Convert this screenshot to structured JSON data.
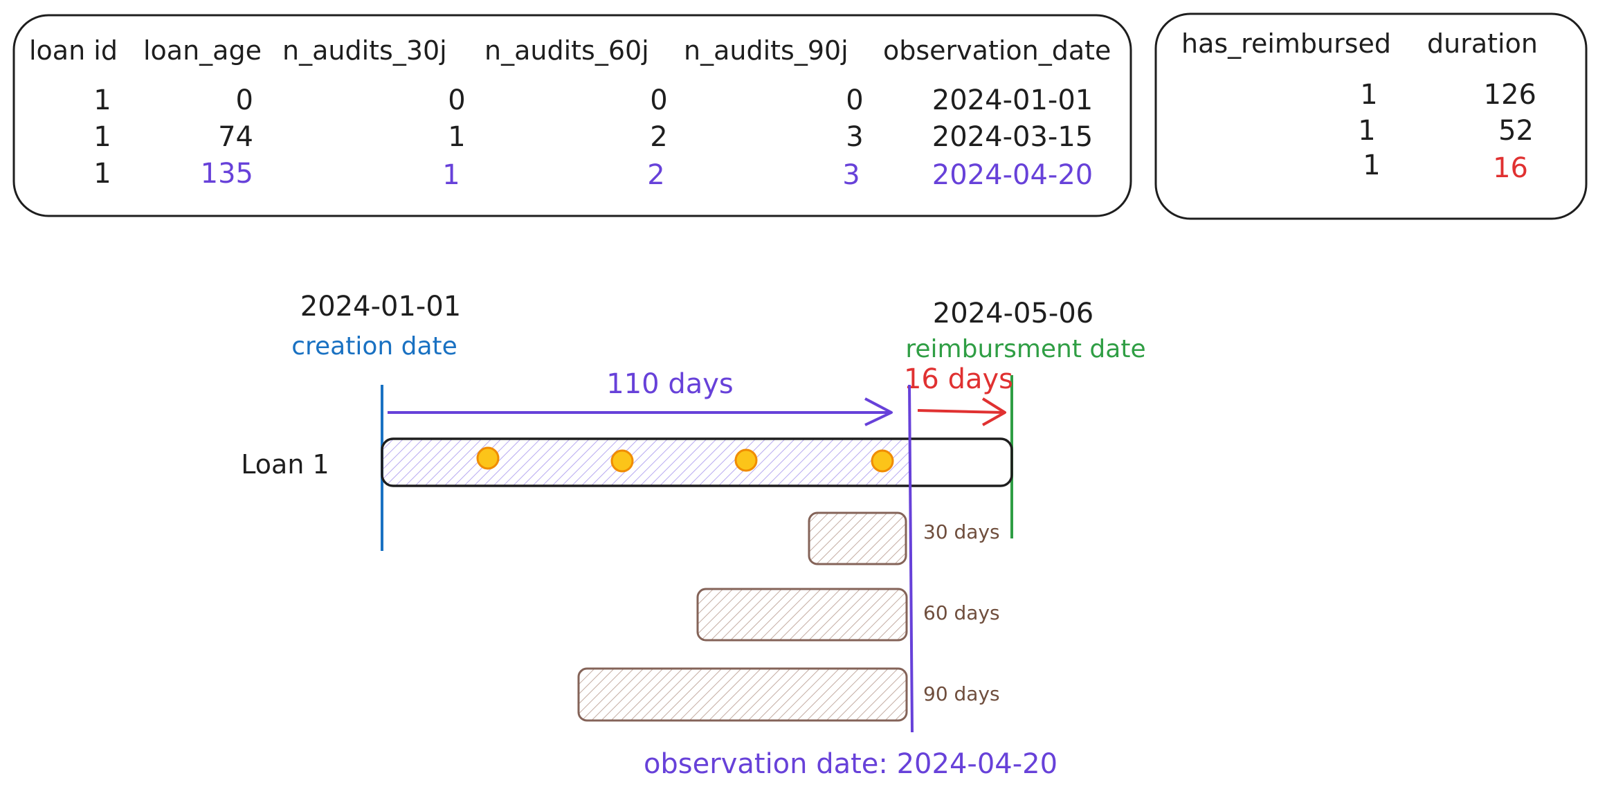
{
  "table_left": {
    "headers": [
      "loan id",
      "loan_age",
      "n_audits_30j",
      "n_audits_60j",
      "n_audits_90j",
      "observation_date"
    ],
    "rows": [
      [
        "1",
        "0",
        "0",
        "0",
        "0",
        "2024-01-01"
      ],
      [
        "1",
        "74",
        "1",
        "2",
        "3",
        "2024-03-15"
      ],
      [
        "1",
        "135",
        "1",
        "2",
        "3",
        "2024-04-20"
      ]
    ]
  },
  "table_right": {
    "headers": [
      "has_reimbursed",
      "duration"
    ],
    "rows": [
      [
        "1",
        "126"
      ],
      [
        "1",
        "52"
      ],
      [
        "1",
        "16"
      ]
    ]
  },
  "timeline": {
    "creation_date": "2024-01-01",
    "creation_label": "creation date",
    "reimbursement_date": "2024-05-06",
    "reimbursement_label": "reimbursment date",
    "elapsed_label": "110 days",
    "remaining_label": "16 days",
    "loan_label": "Loan 1",
    "observation_label": "observation date: 2024-04-20",
    "windows": [
      "30 days",
      "60 days",
      "90 days"
    ]
  },
  "colors": {
    "ink": "#1e1e1e",
    "purple": "#6741d9",
    "red": "#e03131",
    "blue": "#1971c2",
    "green": "#2f9e44",
    "orange_fill": "#fcc419",
    "orange_stroke": "#f08c00",
    "window_brown": "#846358",
    "hatch_purple": "#b7a9f0"
  }
}
